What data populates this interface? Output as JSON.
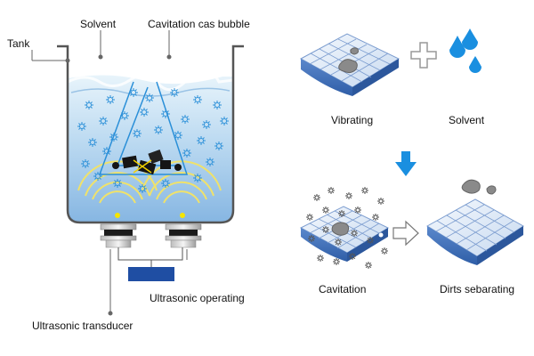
{
  "labels": {
    "tank": "Tank",
    "solvent_top": "Solvent",
    "cavitation_bubble": "Cavitation cas bubble",
    "ultrasonic_operating": "Ultrasonic operating",
    "ultrasonic_transducer": "Ultrasonic transducer",
    "vibrating": "Vibrating",
    "solvent_right": "Solvent",
    "cavitation": "Cavitation",
    "dirts_separating": "Dirts sebarating"
  },
  "colors": {
    "tank_outline": "#555555",
    "water_top": "#d7ecf8",
    "water_bottom": "#8fbde6",
    "bubble": "#2a8fd8",
    "wave": "#f2e36a",
    "transducer_dot": "#f5e500",
    "generator": "#1f4ea3",
    "down_arrow": "#1a8fe0",
    "droplet": "#1a8fe0",
    "plate_top": "#e6eef8",
    "plate_side": "#3e6db5",
    "dirt": "#8a8a8a"
  },
  "icons": [
    "plus-icon",
    "arrow-right-icon",
    "arrow-down-icon",
    "droplets-icon"
  ]
}
